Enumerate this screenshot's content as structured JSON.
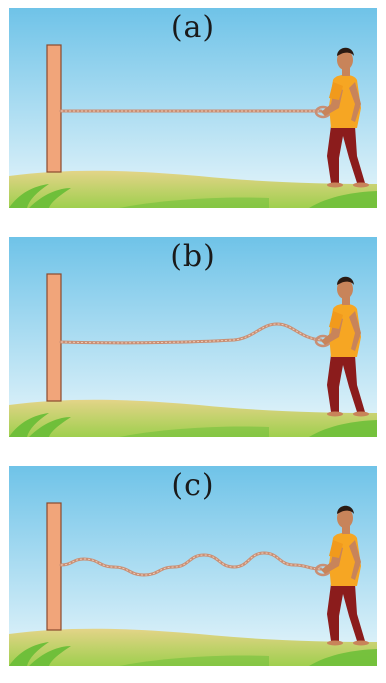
{
  "panels": [
    {
      "label": "(a)",
      "wave": "straight"
    },
    {
      "label": "(b)",
      "wave": "single-pulse"
    },
    {
      "label": "(c)",
      "wave": "continuous-wave"
    }
  ],
  "colors": {
    "sky_top": "#6fc3e8",
    "sky_bottom": "#e6f5fb",
    "pole": "#f1a57a",
    "pole_edge": "#8a4a2e",
    "rope": "#c98f74",
    "ground": "#d8c97a",
    "grass": "#6fbf3a",
    "shirt": "#f6a623",
    "pants": "#8b1c1c",
    "skin": "#c8845a"
  }
}
